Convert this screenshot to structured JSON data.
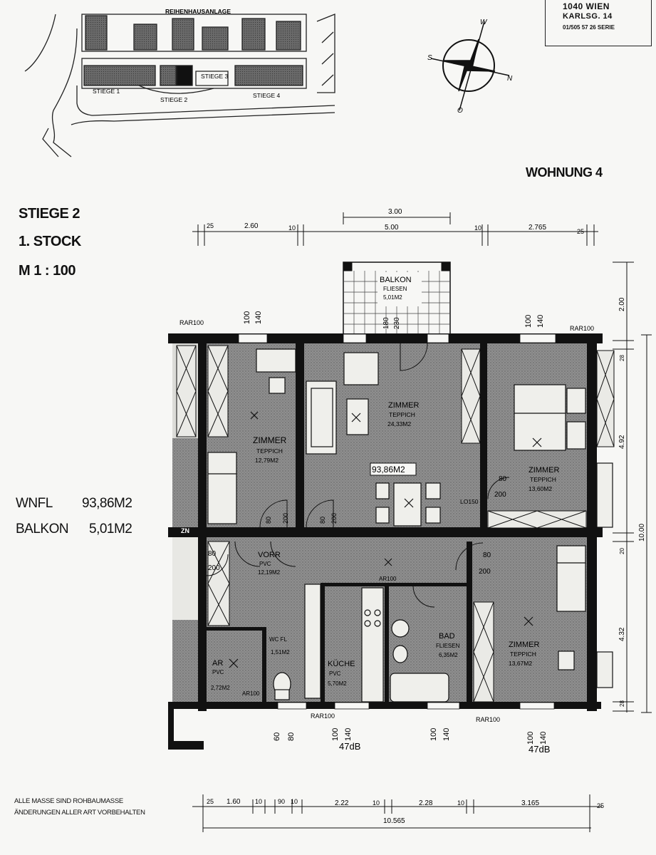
{
  "header": {
    "line1": "1040 WIEN",
    "line2": "KARLSG. 14",
    "line3": "01/505 57 26 SERIE"
  },
  "site_plan": {
    "title": "REIHENHAUSANLAGE",
    "stiege_1": "STIEGE 1",
    "stiege_2": "STIEGE 2",
    "stiege_3": "STIEGE 3",
    "stiege_4": "STIEGE 4"
  },
  "compass": {
    "n": "N",
    "s": "S",
    "w": "W",
    "o": "O"
  },
  "title": "WOHNUNG 4",
  "stair": "STIEGE 2",
  "floor": "1. STOCK",
  "scale": "M 1 : 100",
  "areas": {
    "wnfl_label": "WNFL",
    "wnfl_value": "93,86M2",
    "balkon_label": "BALKON",
    "balkon_value": "5,01M2",
    "total": "93,86M2"
  },
  "rooms": {
    "balkon": {
      "name": "BALKON",
      "floor": "FLIESEN",
      "area": "5,01M2"
    },
    "zimmer_left": {
      "name": "ZIMMER",
      "floor": "TEPPICH",
      "area": "12,79M2"
    },
    "zimmer_living": {
      "name": "ZIMMER",
      "floor": "TEPPICH",
      "area": "24,33M2"
    },
    "zimmer_right": {
      "name": "ZIMMER",
      "floor": "TEPPICH",
      "area": "13,60M2"
    },
    "vorr": {
      "name": "VORR",
      "floor": "PVC",
      "area": "12,19M2"
    },
    "ar": {
      "name": "AR",
      "floor": "PVC",
      "area": "2,72M2"
    },
    "wc": {
      "name": "WC FL",
      "area": "1,51M2"
    },
    "kueche": {
      "name": "KÜCHE",
      "floor": "PVC",
      "area": "5,70M2"
    },
    "bad": {
      "name": "BAD",
      "floor": "FLIESEN",
      "area": "6,35M2"
    },
    "zimmer_br": {
      "name": "ZIMMER",
      "floor": "TEPPICH",
      "area": "13,67M2"
    }
  },
  "dims_top": {
    "d25a": "25",
    "d260": "2.60",
    "d10a": "10",
    "d300": "3.00",
    "d500": "5.00",
    "d10b": "10",
    "d2765": "2.765",
    "d25b": "25"
  },
  "dims_bottom": {
    "d25": "25",
    "d160": "1.60",
    "d10a": "10",
    "d90": "90",
    "d10b": "10",
    "d222": "2.22",
    "d10c": "10",
    "d228": "2.28",
    "d10d": "10",
    "d3165": "3.165",
    "d25b": "25",
    "total": "10.565"
  },
  "dims_right": {
    "d200": "2.00",
    "d28": "28",
    "d492": "4.92",
    "d1000": "10.00",
    "d20": "20",
    "d432": "4.32",
    "d28b": "28"
  },
  "labels": {
    "rar100": "RAR100",
    "ar100": "AR100",
    "db47": "47dB",
    "zn": "ZN",
    "lo150": "LO150",
    "d100": "100",
    "d140": "140",
    "d180": "180",
    "d230": "230",
    "d80": "80",
    "d200": "200",
    "d60": "60"
  },
  "footer": {
    "line1": "ALLE MASSE SIND ROHBAUMASSE",
    "line2": "ÄNDERUNGEN ALLER ART VORBEHALTEN"
  },
  "colors": {
    "wall": "#111111",
    "fill": "#8c8c8c",
    "paper": "#f7f7f5"
  }
}
